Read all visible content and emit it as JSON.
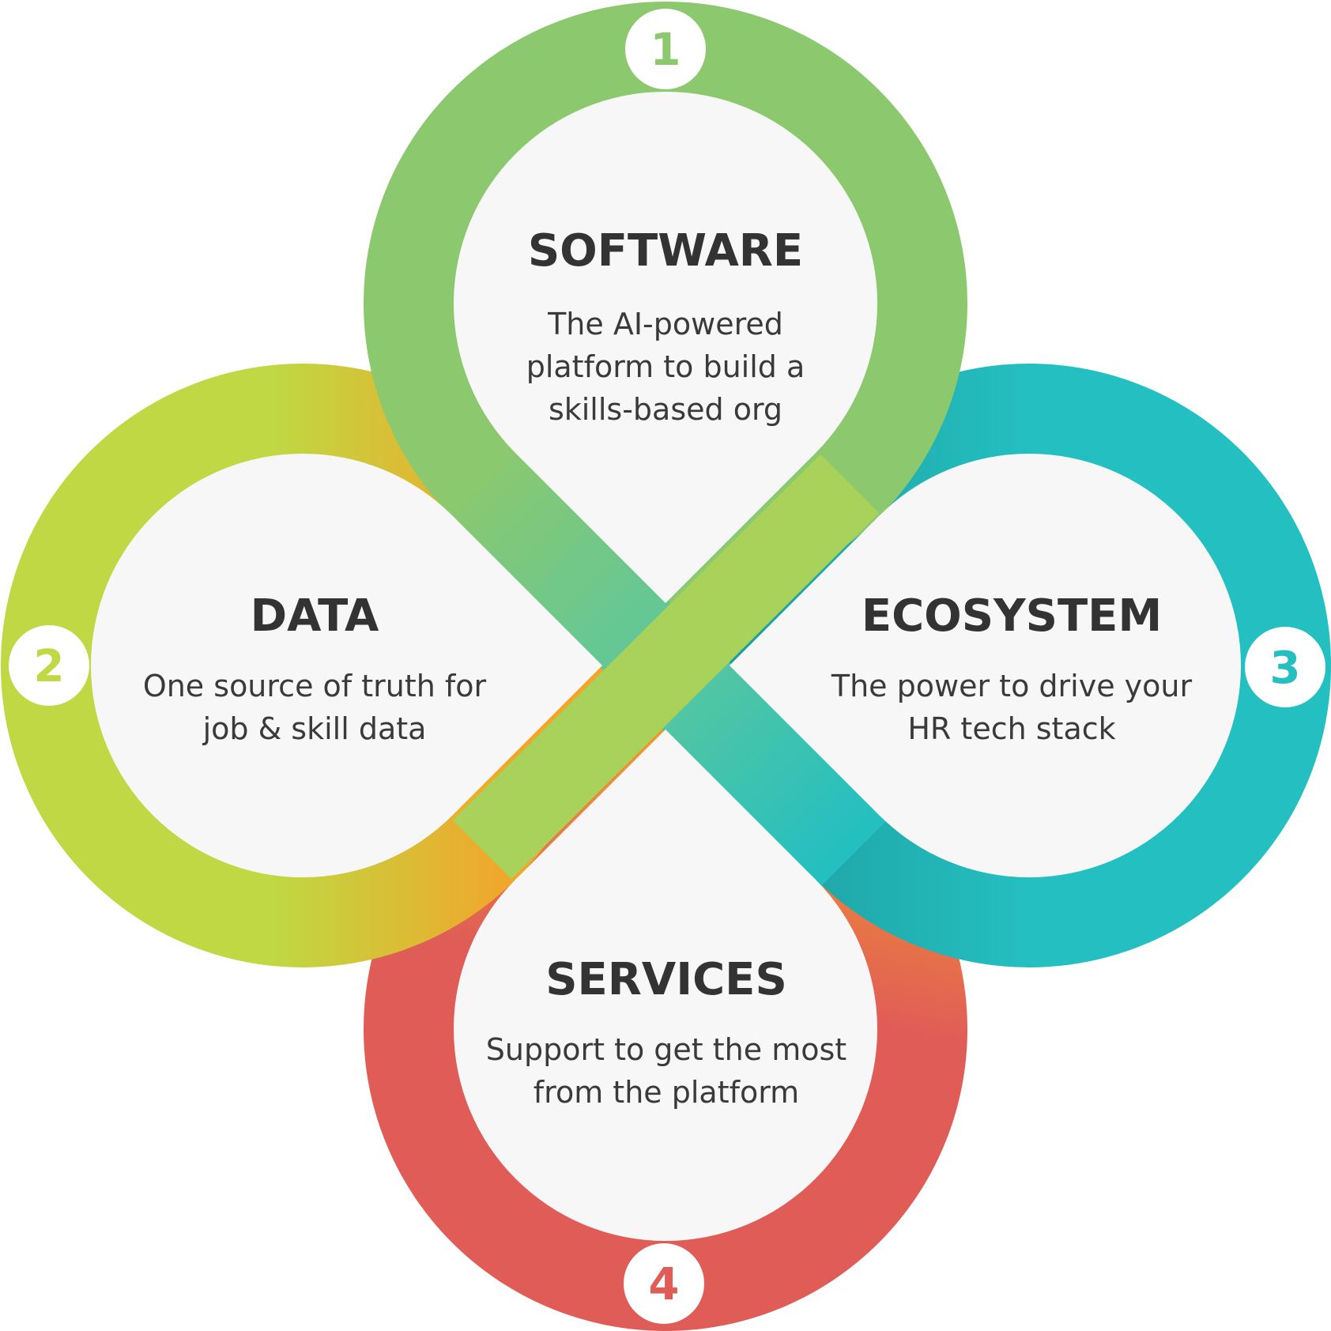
{
  "colors": {
    "software": "#8CC86E",
    "data": "#BFD843",
    "data_accent": "#F2A52A",
    "ecosystem": "#24BFC1",
    "ecosystem_dark": "#1E9E9E",
    "services": "#E05C57",
    "services_accent": "#F3A02A",
    "inner_fill": "#F7F7F7",
    "text": "#333333"
  },
  "pillars": [
    {
      "key": "software",
      "number": "1",
      "title": "SOFTWARE",
      "lines": [
        "The AI-powered",
        "platform to build a",
        "skills-based org"
      ]
    },
    {
      "key": "data",
      "number": "2",
      "title": "DATA",
      "lines": [
        "One source of truth for",
        "job & skill data"
      ]
    },
    {
      "key": "ecosystem",
      "number": "3",
      "title": "ECOSYSTEM",
      "lines": [
        "The power to drive your",
        "HR tech stack"
      ]
    },
    {
      "key": "services",
      "number": "4",
      "title": "SERVICES",
      "lines": [
        "Support to get the most",
        "from the platform"
      ]
    }
  ]
}
